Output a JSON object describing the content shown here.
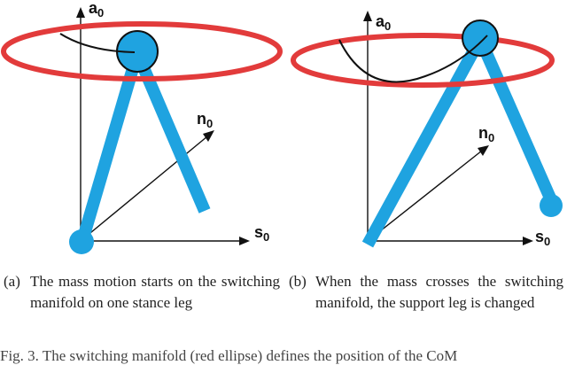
{
  "panels": [
    {
      "id": "a",
      "labels": {
        "a": "a",
        "a_sub": "0",
        "n": "n",
        "n_sub": "0",
        "s": "s",
        "s_sub": "0"
      },
      "caption_tag": "(a)",
      "caption_text": "The mass motion starts on the switching manifold on one stance leg"
    },
    {
      "id": "b",
      "labels": {
        "a": "a",
        "a_sub": "0",
        "n": "n",
        "n_sub": "0",
        "s": "s",
        "s_sub": "0"
      },
      "caption_tag": "(b)",
      "caption_text": "When the mass crosses the switching manifold, the support leg is changed"
    }
  ],
  "figure_caption": "Fig. 3.  The switching manifold (red ellipse) defines the position of the CoM",
  "colors": {
    "leg": "#1fa3e0",
    "manifold": "#e23b3b",
    "axes": "#111111",
    "trajectory": "#111111"
  }
}
